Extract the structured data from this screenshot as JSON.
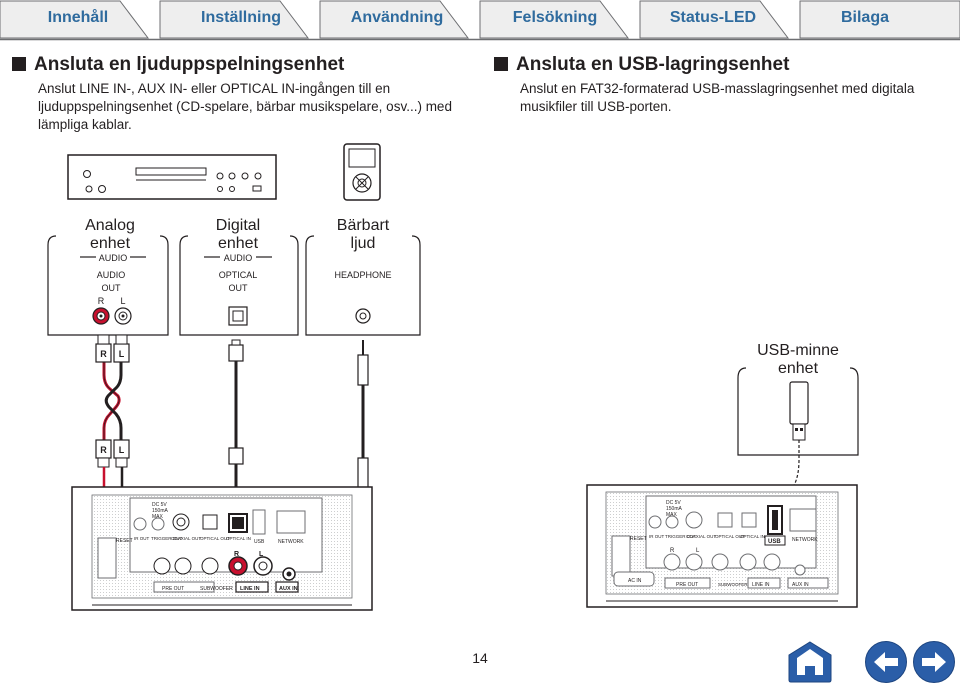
{
  "tabs": [
    {
      "label": "Innehåll"
    },
    {
      "label": "Inställning"
    },
    {
      "label": "Användning"
    },
    {
      "label": "Felsökning"
    },
    {
      "label": "Status-LED"
    },
    {
      "label": "Bilaga"
    }
  ],
  "left_section": {
    "title": "Ansluta en ljuduppspelningsenhet",
    "lines": [
      "Anslut LINE IN-, AUX IN- eller OPTICAL IN-ingången till en",
      "ljuduppspelningsenhet (CD-spelare, bärbar musikspelare, osv...) med",
      "lämpliga kablar."
    ]
  },
  "right_section": {
    "title": "Ansluta en USB-lagringsenhet",
    "lines": [
      "Anslut en FAT32-formaterad USB-masslagringsenhet med digitala",
      "musikfiler till USB-porten."
    ]
  },
  "devices": {
    "analog": {
      "title_line1": "Analog",
      "title_line2": "enhet",
      "group": "AUDIO",
      "port_line1": "AUDIO",
      "port_line2": "OUT",
      "r": "R",
      "l": "L"
    },
    "digital": {
      "title_line1": "Digital",
      "title_line2": "enhet",
      "group": "AUDIO",
      "port_line1": "OPTICAL",
      "port_line2": "OUT"
    },
    "portable": {
      "title_line1": "Bärbart",
      "title_line2": "ljud",
      "port_line1": "HEADPHONE"
    },
    "usb": {
      "title_line1": "USB-minne",
      "title_line2": "enhet"
    }
  },
  "plug_labels": {
    "r": "R",
    "l": "L"
  },
  "rear_panel": {
    "dc": "DC 5V",
    "dc_ma": "150mA",
    "dc_max": "MAX",
    "reset": "RESET",
    "ir_out": "IR OUT",
    "trigger_out": "TRIGGER OUT",
    "coaxial_out": "COAXIAL OUT",
    "optical_out": "OPTICAL OUT",
    "optical_in": "OPTICAL IN",
    "usb": "USB",
    "network": "NETWORK",
    "pre_out": "PRE OUT",
    "subwoofer": "SUBWOOFER",
    "line_in": "LINE IN",
    "aux_in": "AUX IN",
    "ac_in": "AC IN",
    "r": "R",
    "l": "L"
  },
  "footer": {
    "page_number": "14"
  },
  "colors": {
    "tab_text": "#2f6b9e",
    "tab_fill": "#eeeeee",
    "nav_blue": "#2b5ea8",
    "cable_red": "#c8102e"
  },
  "icons": {
    "home": "home-icon",
    "back": "arrow-left-icon",
    "forward": "arrow-right-icon"
  }
}
